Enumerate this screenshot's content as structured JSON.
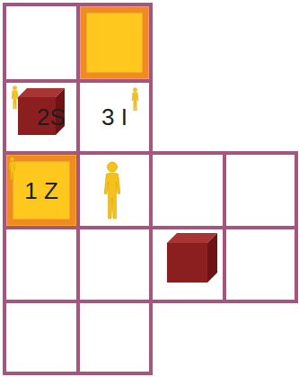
{
  "diagram": {
    "nodes": [
      {
        "text": [
          "2S"
        ]
      },
      {
        "text": [
          "3 I"
        ]
      },
      {
        "text": [
          "1 Z"
        ]
      }
    ]
  }
}
